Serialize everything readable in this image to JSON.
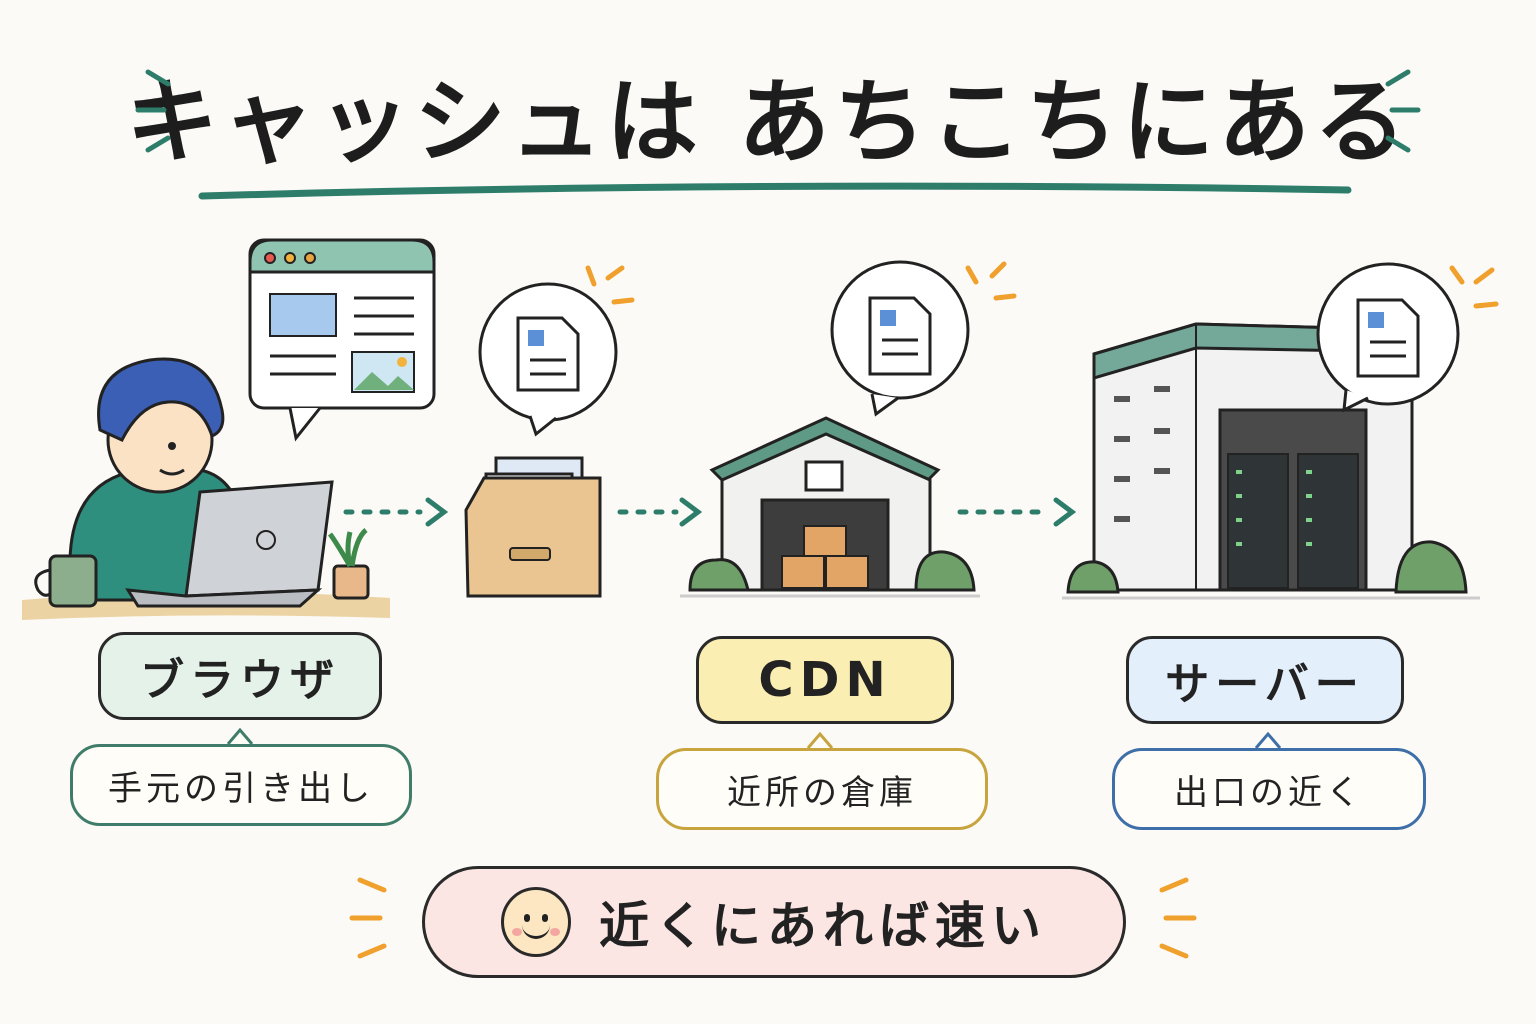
{
  "title": "キャッシュは あちこちにある",
  "nodes": [
    {
      "label": "ブラウザ",
      "sub": "手元の引き出し"
    },
    {
      "label": "CDN",
      "sub": "近所の倉庫"
    },
    {
      "label": "サーバー",
      "sub": "出口の近く"
    }
  ],
  "summary": "近くにあれば速い",
  "colors": {
    "teal": "#2e7d6b",
    "orange": "#f0a02c",
    "browser_fill": "#e4f2ea",
    "cdn_fill": "#fbeeb3",
    "server_fill": "#e3effa",
    "summary_fill": "#fbe6e3"
  },
  "icons": [
    "person-at-laptop",
    "browser-window-icon",
    "file-drawer-icon",
    "warehouse-icon",
    "data-center-icon",
    "document-icon",
    "smiley-icon"
  ]
}
